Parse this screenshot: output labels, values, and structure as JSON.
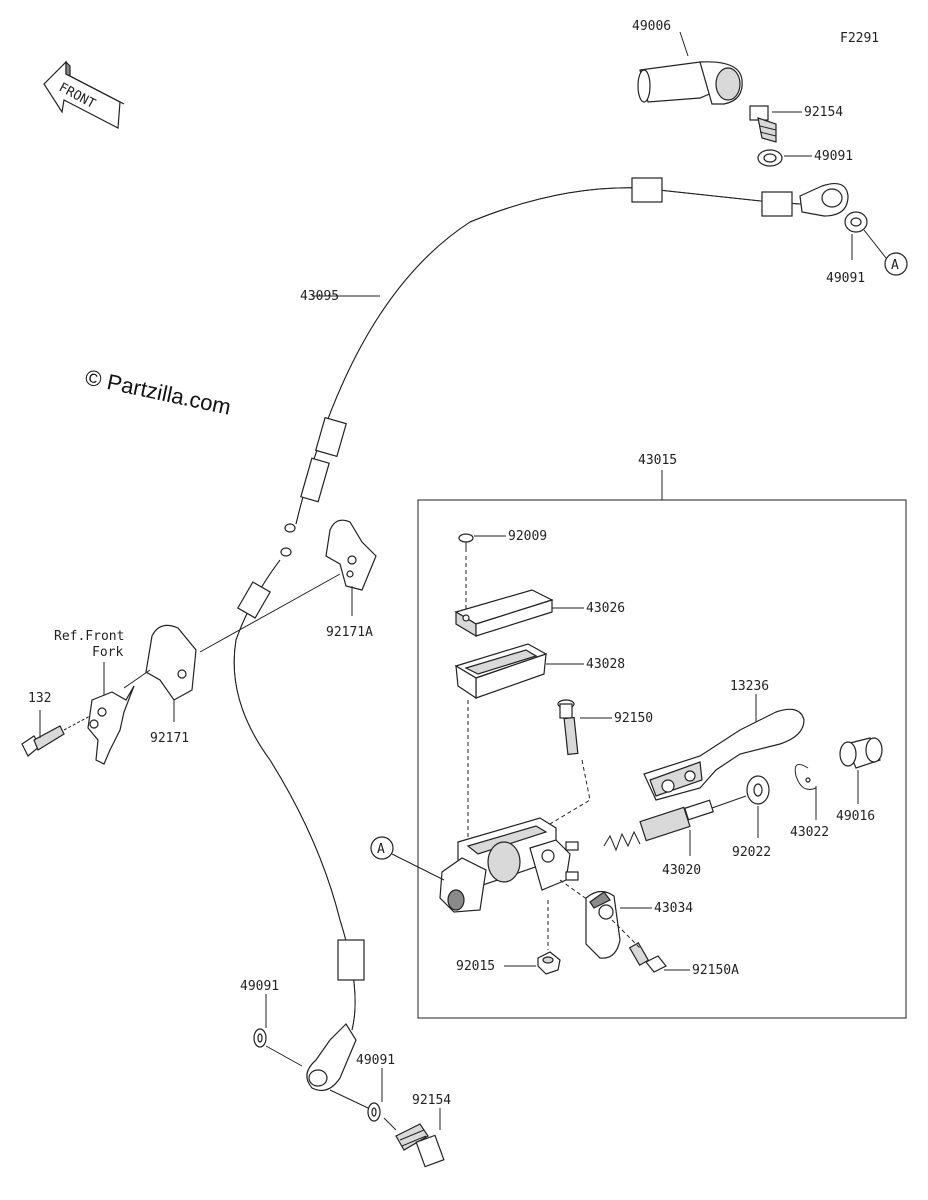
{
  "figure_code": "F2291",
  "front_label": "FRONT",
  "watermark": "© Partzilla.com",
  "reference_note": {
    "line1": "Ref.Front",
    "line2": "Fork"
  },
  "callouts": {
    "a_top": "A",
    "a_mid": "A"
  },
  "parts": {
    "p49006": "49006",
    "p92154_top": "92154",
    "p49091_top1": "49091",
    "p49091_top2": "49091",
    "p43095": "43095",
    "p43015": "43015",
    "p92009": "92009",
    "p43026": "43026",
    "p43028": "43028",
    "p92150": "92150",
    "p13236": "13236",
    "p49016": "49016",
    "p43022": "43022",
    "p92022": "92022",
    "p43020": "43020",
    "p43034": "43034",
    "p92015": "92015",
    "p92150A": "92150A",
    "p92171A": "92171A",
    "p92171": "92171",
    "p132": "132",
    "p49091_bot1": "49091",
    "p49091_bot2": "49091",
    "p92154_bot": "92154"
  }
}
